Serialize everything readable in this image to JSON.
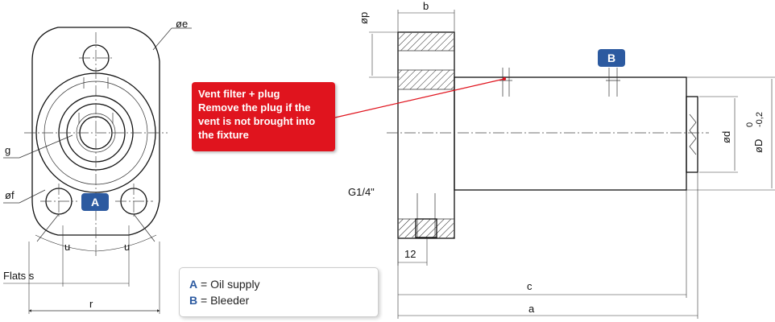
{
  "colors": {
    "badge_blue": "#2c5aa0",
    "callout_red": "#e0141e",
    "leader_red": "#e0141e"
  },
  "labels": {
    "oe": "øe",
    "g": "g",
    "of": "øf",
    "u_left": "u",
    "u_right": "u",
    "flats_s": "Flats s",
    "r": "r",
    "op": "øp",
    "b": "b",
    "g14": "G1/4\"",
    "twelve": "12",
    "c": "c",
    "a": "a",
    "od": "ød",
    "oD": "øD",
    "tol_upper": "0",
    "tol_lower": "-0,2"
  },
  "badges": {
    "a": "A",
    "b": "B"
  },
  "callout": {
    "line1": "Vent filter + plug",
    "line2": "Remove the plug if the",
    "line3": "vent is not brought into",
    "line4": "the fixture"
  },
  "legend": {
    "a_key": "A",
    "a_text": " = Oil supply",
    "b_key": "B",
    "b_text": " = Bleeder"
  }
}
